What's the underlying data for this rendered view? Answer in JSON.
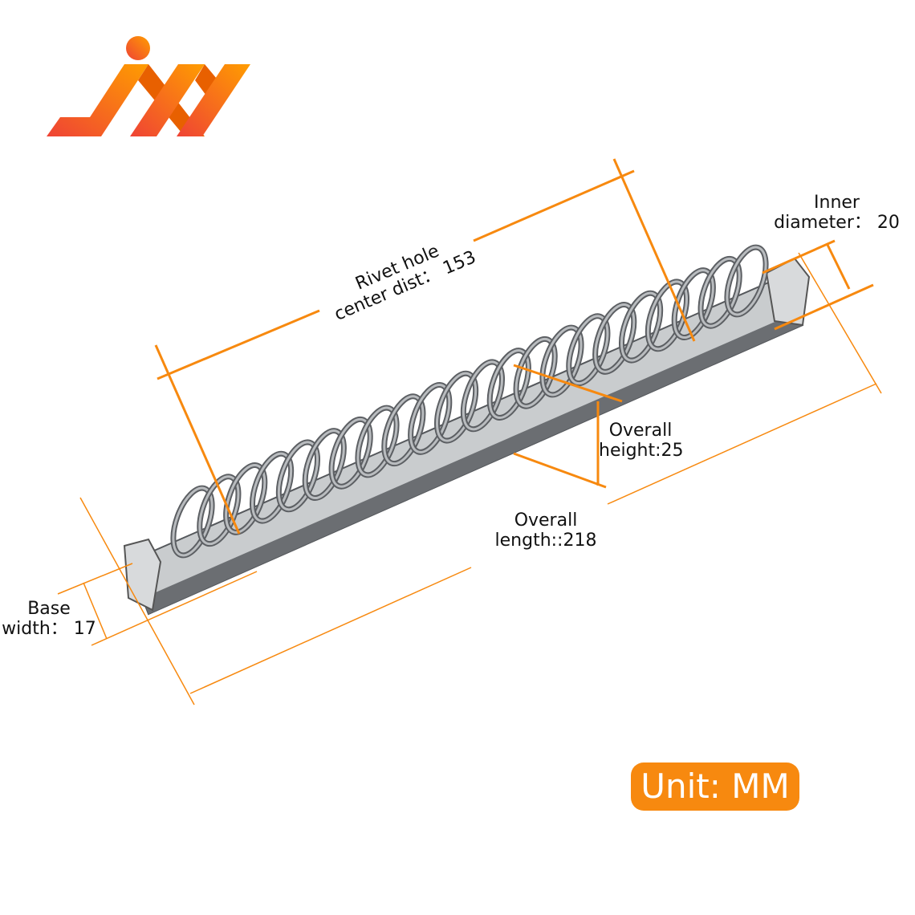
{
  "brand": {
    "logo_text": "JXY",
    "colors": {
      "orange": "#ff9800",
      "red": "#ef4335",
      "dark": "#e86000"
    }
  },
  "colors": {
    "dimension_line": "#f7890f",
    "metal": "#b9bcbf",
    "metal_dark": "#5c5f63"
  },
  "product": {
    "ring_count": 22
  },
  "dimensions": {
    "rivet": {
      "line1": "Rivet hole",
      "line2": "center dist： 153",
      "value": 153
    },
    "inner": {
      "line1": "Inner",
      "line2": "diameter： 20",
      "value": 20
    },
    "height": {
      "line1": "Overall",
      "line2": "height:25",
      "value": 25
    },
    "length": {
      "line1": "Overall",
      "line2": "length::218",
      "value": 218
    },
    "base": {
      "line1": "Base",
      "line2": "width： 17",
      "value": 17
    }
  },
  "unit_badge": "Unit: MM"
}
